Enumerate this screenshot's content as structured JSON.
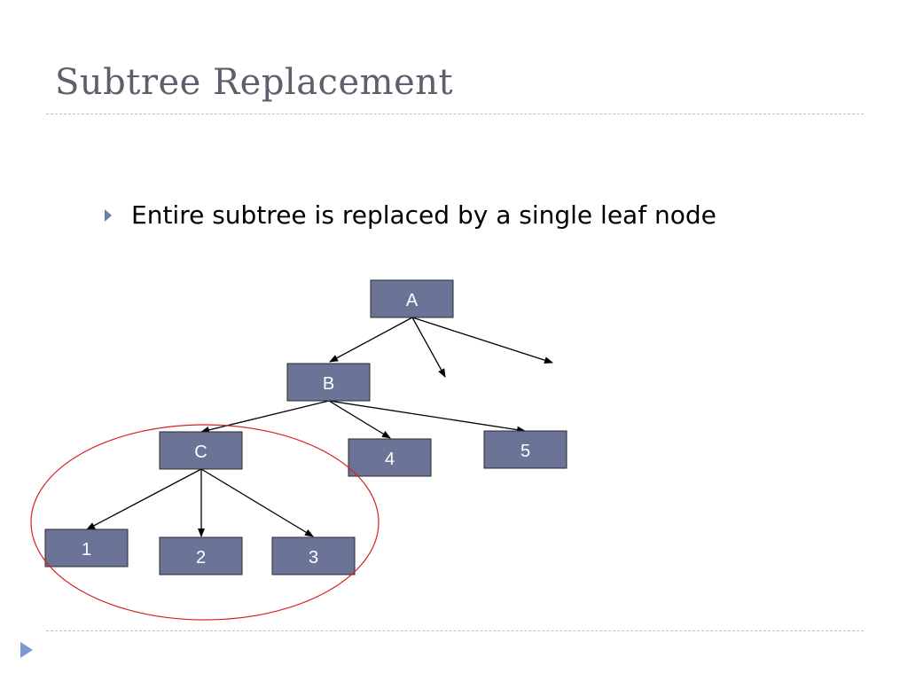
{
  "slide": {
    "title": "Subtree Replacement",
    "bullet": "Entire subtree is replaced by a single leaf node"
  },
  "diagram": {
    "nodes": [
      {
        "id": "A",
        "label": "A"
      },
      {
        "id": "B",
        "label": "B"
      },
      {
        "id": "C",
        "label": "C"
      },
      {
        "id": "n4",
        "label": "4"
      },
      {
        "id": "n5",
        "label": "5"
      },
      {
        "id": "n1",
        "label": "1"
      },
      {
        "id": "n2",
        "label": "2"
      },
      {
        "id": "n3",
        "label": "3"
      }
    ],
    "edges": [
      {
        "from": "A",
        "to": "B"
      },
      {
        "from": "A",
        "to": "(open branch)"
      },
      {
        "from": "A",
        "to": "(open branch)"
      },
      {
        "from": "B",
        "to": "C"
      },
      {
        "from": "B",
        "to": "4"
      },
      {
        "from": "B",
        "to": "5"
      },
      {
        "from": "C",
        "to": "1"
      },
      {
        "from": "C",
        "to": "2"
      },
      {
        "from": "C",
        "to": "3"
      }
    ],
    "highlight": {
      "encloses": [
        "C",
        "1",
        "2",
        "3"
      ]
    },
    "colors": {
      "node_fill": "#6b7397",
      "node_border": "#2b2b2b",
      "edge": "#000000",
      "highlight_ellipse": "#d62020",
      "title_text": "#5f5f6b",
      "accent": "#7d9ad0"
    }
  }
}
